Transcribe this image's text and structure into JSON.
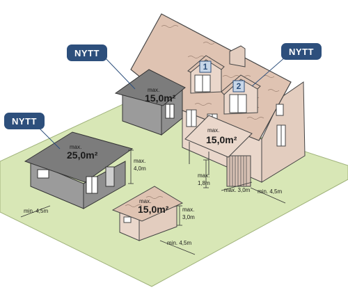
{
  "badges": [
    "NYTT",
    "NYTT",
    "NYTT"
  ],
  "dormers": [
    "1",
    "2"
  ],
  "annex_house": {
    "max_label": "max.",
    "area": "15,0m²"
  },
  "porch": {
    "max_label": "max.",
    "area": "15,0m²"
  },
  "garage": {
    "max_label": "max.",
    "area": "25,0m²"
  },
  "garage_height": {
    "max_label": "max.",
    "value": "4,0m"
  },
  "porch_height": {
    "max_label": "max.",
    "value": "1,8m"
  },
  "porch_depth": "max. 3,0m",
  "house_distance": "min. 4,5m",
  "garage_distance": "min. 4,5m",
  "shed": {
    "max_label": "max.",
    "area": "15,0m²"
  },
  "shed_height": {
    "max_label": "max.",
    "value": "3,0m"
  },
  "shed_distance": "min. 4,5m",
  "colors": {
    "lawn": "#d8e7b6",
    "wall_pink": "#ead7cb",
    "roof_pink": "#dfc3b2",
    "gray_wall": "#9b9b9b",
    "gray_roof": "#7c7c7c",
    "badge_blue": "#2d4f7c",
    "number_box": "#c7d6e8"
  }
}
